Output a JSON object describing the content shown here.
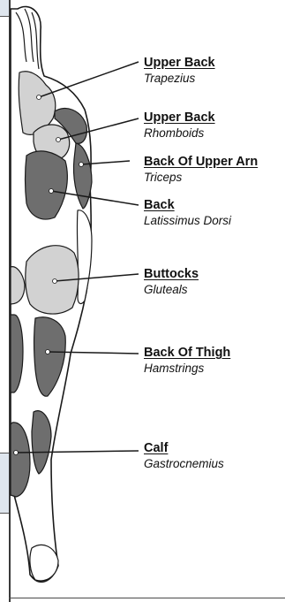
{
  "labels": [
    {
      "group": "Upper Back",
      "muscle": "Trapezius"
    },
    {
      "group": "Upper Back",
      "muscle": "Rhomboids"
    },
    {
      "group": "Back Of Upper Arn",
      "muscle": "Triceps"
    },
    {
      "group": "Back",
      "muscle": "Latissimus Dorsi"
    },
    {
      "group": "Buttocks",
      "muscle": "Gluteals"
    },
    {
      "group": "Back Of Thigh",
      "muscle": "Hamstrings"
    },
    {
      "group": "Calf",
      "muscle": "Gastrocnemius"
    }
  ],
  "colors": {
    "dark_muscle": "#6e6e6e",
    "light_muscle": "#d2d2d2",
    "outline": "#1a1a1a",
    "panel": "#dfe6ee"
  }
}
